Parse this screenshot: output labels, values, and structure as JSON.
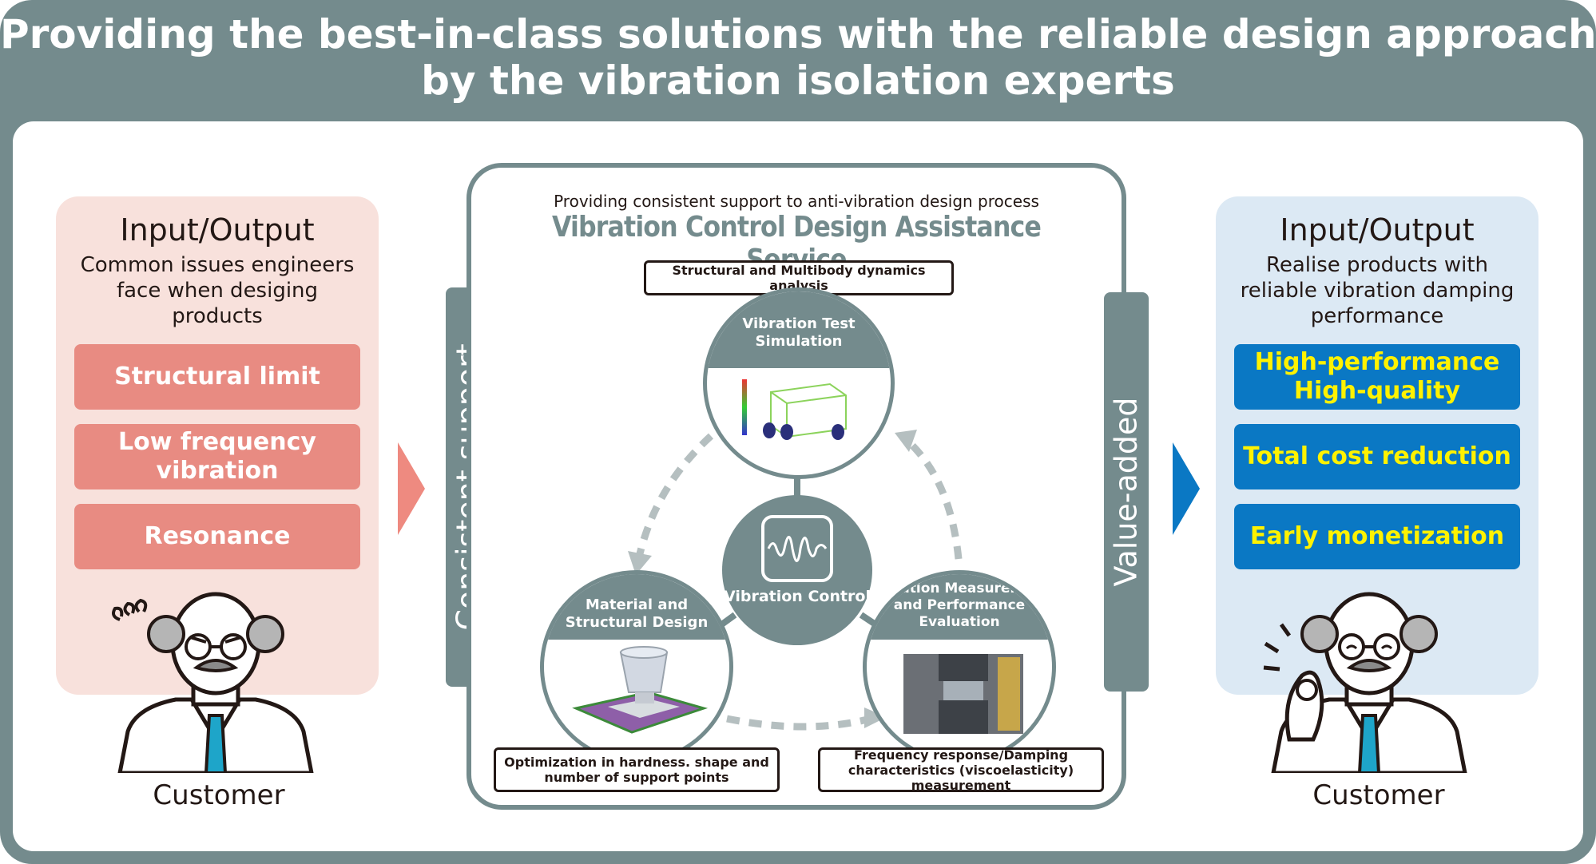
{
  "title": {
    "line1": "Providing the best-in-class solutions with the reliable design approach",
    "line2": "by the vibration isolation experts"
  },
  "left_panel": {
    "title": "Input/Output",
    "description": "Common issues engineers face when desiging products",
    "issues": [
      "Structural limit",
      "Low frequency vibration",
      "Resonance"
    ],
    "customer": "Customer"
  },
  "right_panel": {
    "title": "Input/Output",
    "description": "Realise products with reliable vibration damping performance",
    "benefits": [
      "High-performance High-quality",
      "Total cost reduction",
      "Early monetization"
    ],
    "customer": "Customer"
  },
  "side_bars": {
    "left": "Consistent support",
    "right": "Value-added"
  },
  "center": {
    "subtitle": "Providing consistent support to anti-vibration design process",
    "service_name": "Vibration Control Design Assistance Service",
    "top_label": "Structural and Multibody dynamics analysis",
    "core": "Vibration Control",
    "circles": {
      "top": "Vibration Test Simulation",
      "left": "Material and Structural Design",
      "right": "Vibration Measurement and Performance Evaluation"
    },
    "bottom_left_label": "Optimization in hardness. shape and number of support points",
    "bottom_right_label": "Frequency response/Damping characteristics (viscoelasticity) measurement"
  },
  "colors": {
    "frame": "#748b8d",
    "issue_red": "#e88b82",
    "benefit_blue": "#0a78c4",
    "benefit_text": "#fff200",
    "panel_left_bg": "#f8e1dc",
    "panel_right_bg": "#dce9f4"
  }
}
